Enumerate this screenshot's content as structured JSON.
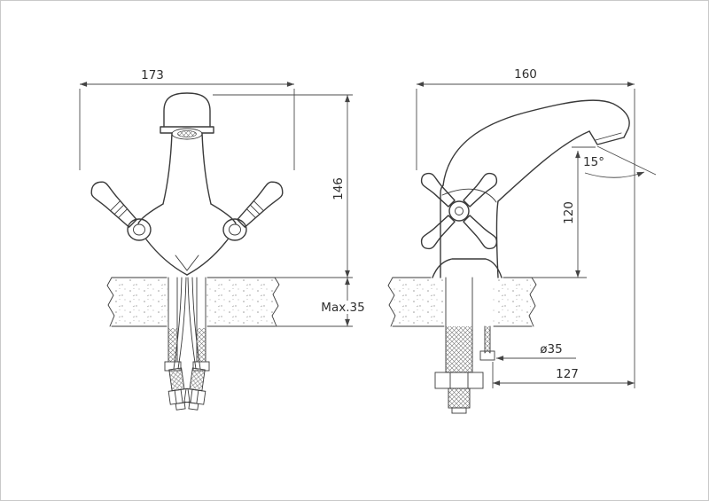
{
  "drawing": {
    "type": "faucet-technical-drawing",
    "line_color": "#3a3a3a",
    "background": "#ffffff",
    "front_view": {
      "label": "front-view",
      "dimensions": {
        "overall_width": "173",
        "body_height": "146",
        "max_mounting_thickness": "Max.35"
      }
    },
    "side_view": {
      "label": "side-view",
      "dimensions": {
        "overall_depth": "160",
        "spout_angle": "15°",
        "spout_height": "120",
        "hole_diameter": "ø35",
        "spout_reach": "127"
      }
    }
  }
}
